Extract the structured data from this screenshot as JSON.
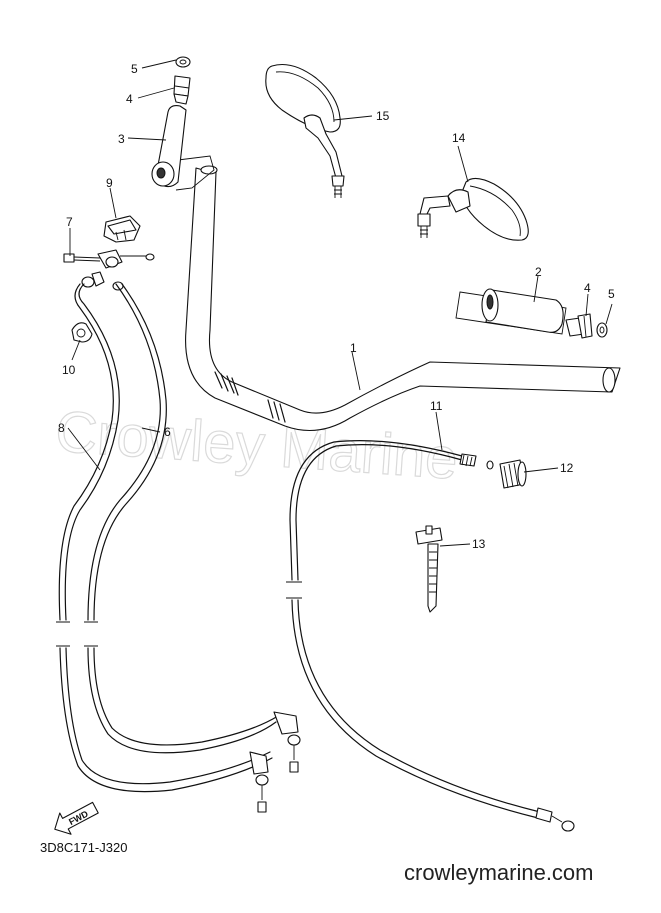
{
  "watermark": "Crowley Marine",
  "diagram_code": "3D8C171-J320",
  "site": "crowleymarine.com",
  "fwd_label": "FWD",
  "callouts": {
    "c1": "1",
    "c2": "2",
    "c3": "3",
    "c4a": "4",
    "c4b": "4",
    "c5a": "5",
    "c5b": "5",
    "c6": "6",
    "c7": "7",
    "c8": "8",
    "c9": "9",
    "c10": "10",
    "c11": "11",
    "c12": "12",
    "c13": "13",
    "c14": "14",
    "c15": "15"
  }
}
